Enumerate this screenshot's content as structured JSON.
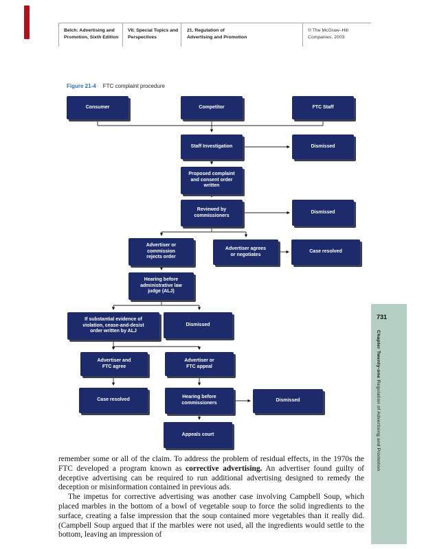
{
  "colors": {
    "node_navy": "#1d2b6d",
    "node_shadow": "#3a4050",
    "figure_label_blue": "#2e71b8",
    "sidebar_green": "#b5cfc5",
    "bookmark_red": "#b0121c"
  },
  "header": {
    "edition": "Belch: Advertising and\nPromotion, Sixth Edition",
    "part": "VII. Special Topics and\nPerspectives",
    "chapter": "21. Regulation of\nAdvertising and Promotion",
    "copyright": "© The McGraw–Hill\nCompanies, 2003"
  },
  "figure": {
    "label": "Figure 21-4",
    "caption": "FTC complaint procedure"
  },
  "flowchart": {
    "nodes": [
      {
        "id": "consumer",
        "label": "Consumer"
      },
      {
        "id": "competitor",
        "label": "Competitor"
      },
      {
        "id": "ftc-staff",
        "label": "FTC Staff"
      },
      {
        "id": "staff-investigation",
        "label": "Staff Investigation"
      },
      {
        "id": "dismissed-1",
        "label": "Dismissed"
      },
      {
        "id": "proposed-complaint",
        "label": "Proposed complaint\nand consent order\nwritten"
      },
      {
        "id": "reviewed-by-commissioners",
        "label": "Reviewed by\ncommissioners"
      },
      {
        "id": "dismissed-2",
        "label": "Dismissed"
      },
      {
        "id": "advertiser-rejects-order",
        "label": "Advertiser or\ncommission\nrejects order"
      },
      {
        "id": "advertiser-agrees",
        "label": "Advertiser agrees\nor negotiates"
      },
      {
        "id": "case-resolved-1",
        "label": "Case resolved"
      },
      {
        "id": "hearing-alj",
        "label": "Hearing before\nadministrative law\njudge (ALJ)"
      },
      {
        "id": "cease-and-desist",
        "label": "If substantial evidence of\nviolation, cease-and-desist\norder written by ALJ"
      },
      {
        "id": "dismissed-3",
        "label": "Dismissed"
      },
      {
        "id": "advertiser-ftc-agree",
        "label": "Advertiser and\nFTC agree"
      },
      {
        "id": "advertiser-ftc-appeal",
        "label": "Advertiser or\nFTC appeal"
      },
      {
        "id": "case-resolved-2",
        "label": "Case resolved"
      },
      {
        "id": "hearing-commissioners",
        "label": "Hearing before\ncommissioners"
      },
      {
        "id": "dismissed-4",
        "label": "Dismissed"
      },
      {
        "id": "appeals-court",
        "label": "Appeals court"
      }
    ]
  },
  "sidebar": {
    "page_number": "731",
    "chapter_label": "Chapter Twenty-one",
    "chapter_title": " Regulation of Advertising and Promotion"
  },
  "body": {
    "para1_before": "remember some or all of the claim. To address the problem of residual effects, in the 1970s the FTC developed a program known as ",
    "para1_bold": "corrective advertising.",
    "para1_after": " An advertiser found guilty of deceptive advertising can be required to run additional advertising designed to remedy the deception or misinformation contained in previous ads.",
    "para2": "The impetus for corrective advertising was another case involving Campbell Soup, which placed marbles in the bottom of a bowl of vegetable soup to force the solid ingredients to the surface, creating a false impression that the soup contained more vegetables than it really did. (Campbell Soup argued that if the marbles were not used, all the ingredients would settle to the bottom, leaving an impression of"
  }
}
